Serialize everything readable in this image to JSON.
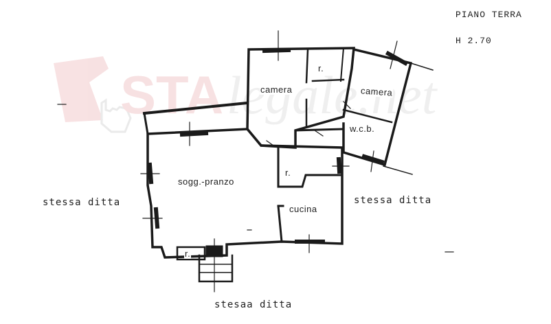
{
  "header": {
    "floor": "PIANO TERRA",
    "height": "H 2.70"
  },
  "rooms": {
    "camera1": "camera",
    "camera2": "camera",
    "r_top": "r.",
    "wcb": "w.c.b.",
    "soggiorno": "sogg.-pranzo",
    "r_mid": "r.",
    "cucina": "cucina",
    "r_low": "r."
  },
  "neighbours": {
    "left": "stessa ditta",
    "right": "stessa ditta",
    "bottom": "stesaa ditta"
  },
  "watermark": {
    "brand": "ASTAlegale.net",
    "color": "#c81e28"
  }
}
